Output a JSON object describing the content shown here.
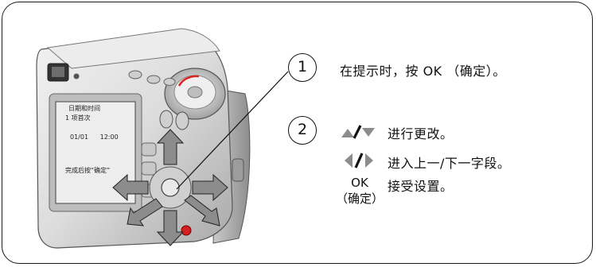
{
  "steps": [
    {
      "number": "1",
      "text": "在提示时，按 OK （确定）。"
    },
    {
      "number": "2"
    }
  ],
  "instructions": [
    {
      "icon": "up-down-arrows-icon",
      "text": "进行更改。"
    },
    {
      "icon": "left-right-arrows-icon",
      "text": "进入上一/下一字段。"
    },
    {
      "icon_label_line1": "OK",
      "icon_label_line2": "（确定）",
      "text": "接受设置。"
    }
  ],
  "camera_screen": {
    "line1": "日期和时间",
    "line2": "1 项首次",
    "date": "01/01",
    "time": "12:00",
    "footer": "完成后按“确定”"
  },
  "colors": {
    "arrow_gray": "#8c8c8c",
    "camera_body": "#d9d9d9",
    "line": "#111111"
  }
}
